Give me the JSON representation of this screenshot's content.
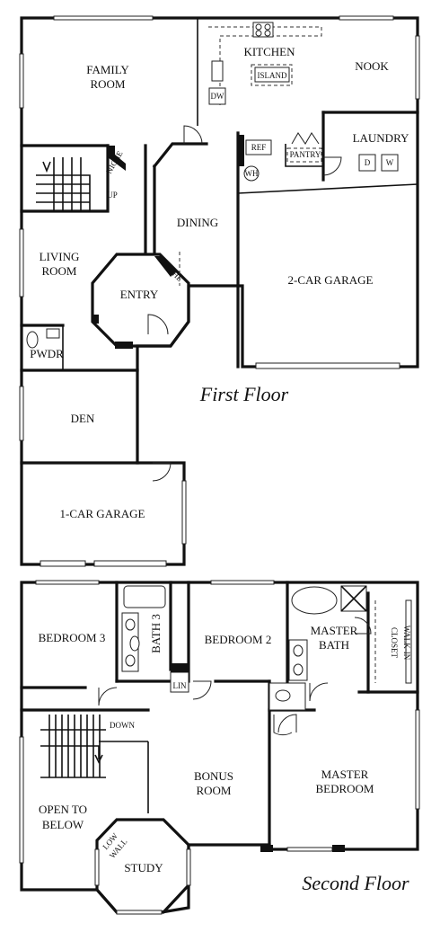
{
  "first_floor": {
    "title": "First Floor",
    "rooms": {
      "family_room": [
        "FAMILY",
        "ROOM"
      ],
      "kitchen": "KITCHEN",
      "island": "ISLAND",
      "nook": "NOOK",
      "dw": "DW",
      "ref": "REF",
      "pantry": "PANTRY",
      "laundry": "LAUNDRY",
      "washer": "W",
      "dryer": "D",
      "water_heater": "WH",
      "niche_1": "NICHE",
      "up": "UP",
      "dining": "DINING",
      "living_room": [
        "LIVING",
        "ROOM"
      ],
      "entry": "ENTRY",
      "niche_2": "NICHE",
      "two_car_garage": "2-CAR GARAGE",
      "pwdr": "PWDR",
      "den": "DEN",
      "one_car_garage": "1-CAR GARAGE"
    }
  },
  "second_floor": {
    "title": "Second Floor",
    "rooms": {
      "bedroom_3": "BEDROOM 3",
      "bath_3": "BATH 3",
      "bedroom_2": "BEDROOM 2",
      "master_bath": [
        "MASTER",
        "BATH"
      ],
      "walk_in_closet": [
        "WALK-IN",
        "CLOSET"
      ],
      "lin": "LIN",
      "down": "DOWN",
      "bonus_room": [
        "BONUS",
        "ROOM"
      ],
      "master_bedroom": [
        "MASTER",
        "BEDROOM"
      ],
      "open_to_below": [
        "OPEN TO",
        "BELOW"
      ],
      "low_wall": [
        "LOW",
        "WALL"
      ],
      "study": "STUDY"
    }
  }
}
